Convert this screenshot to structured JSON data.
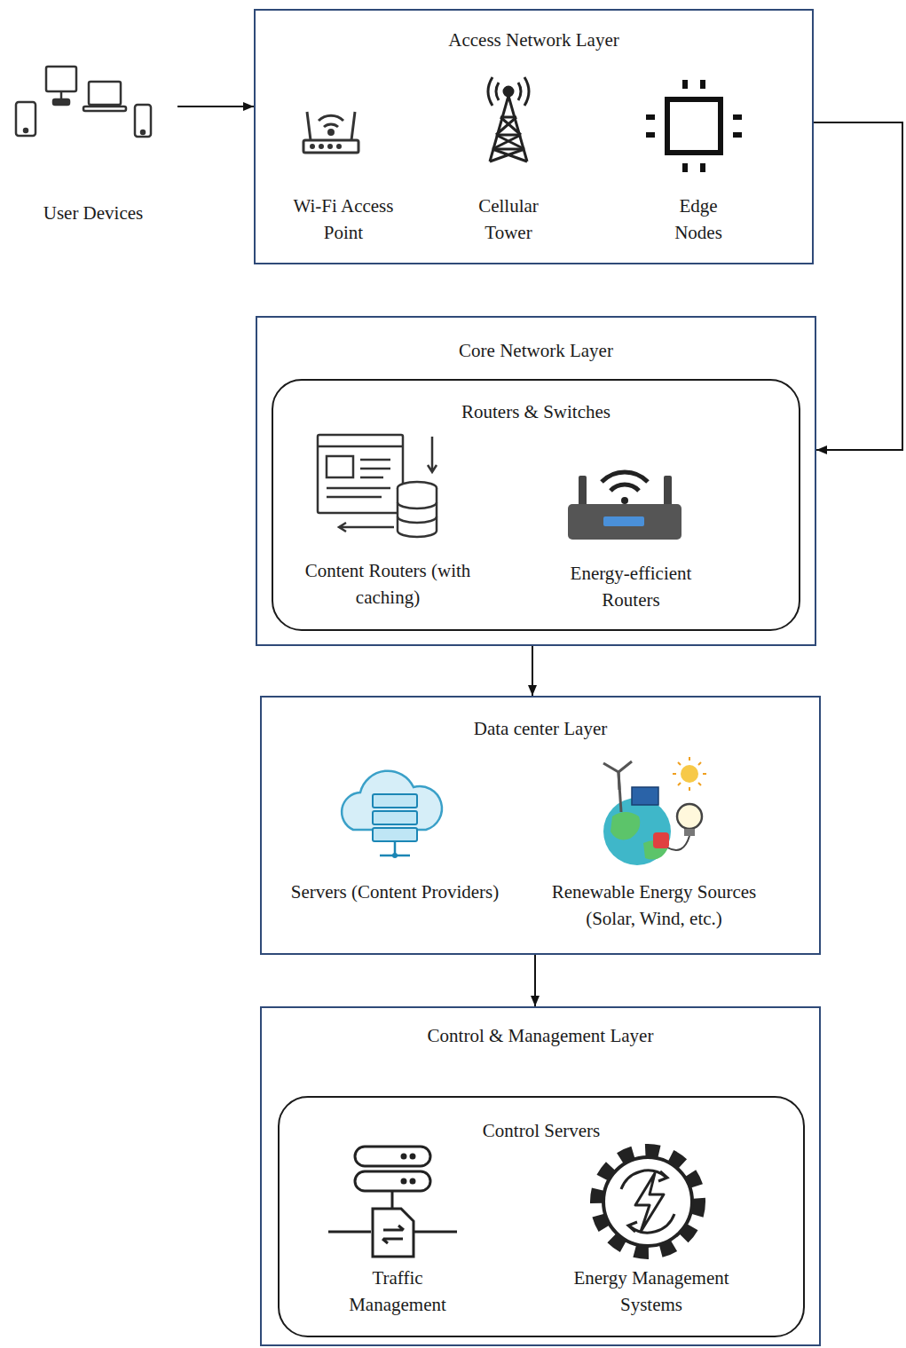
{
  "diagram": {
    "nodes": [
      {
        "text": [
          "User Devices"
        ]
      },
      {
        "text": [
          "Access Network Layer"
        ]
      },
      {
        "text": [
          "Wi-Fi Access Point"
        ],
        "in": 1
      },
      {
        "text": [
          "Cellular Tower"
        ],
        "in": 1
      },
      {
        "text": [
          "Edge Nodes"
        ],
        "in": 1
      },
      {
        "text": [
          "Core Network Layer"
        ]
      },
      {
        "text": [
          "Routers & Switches"
        ],
        "in": 5
      },
      {
        "text": [
          "Content Routers (with caching)"
        ],
        "in": 6
      },
      {
        "text": [
          "Energy-efficient Routers"
        ],
        "in": 6
      },
      {
        "text": [
          "Data center Layer"
        ]
      },
      {
        "text": [
          "Servers (Content Providers)"
        ],
        "in": 9
      },
      {
        "text": [
          "Renewable Energy Sources (Solar, Wind, etc.)"
        ],
        "in": 9
      },
      {
        "text": [
          "Control & Management Layer"
        ]
      },
      {
        "text": [
          "Control Servers"
        ],
        "in": 12
      },
      {
        "text": [
          "Traffic Management"
        ],
        "in": 13
      },
      {
        "text": [
          "Energy Management Systems"
        ],
        "in": 13
      }
    ],
    "edges": [
      {
        "from": 0,
        "to": 1,
        "arrow": "to"
      },
      {
        "from": 1,
        "to": 5,
        "arrow": "to"
      },
      {
        "from": 5,
        "to": 9,
        "arrow": "to"
      },
      {
        "from": 9,
        "to": 12,
        "arrow": "to"
      }
    ]
  }
}
